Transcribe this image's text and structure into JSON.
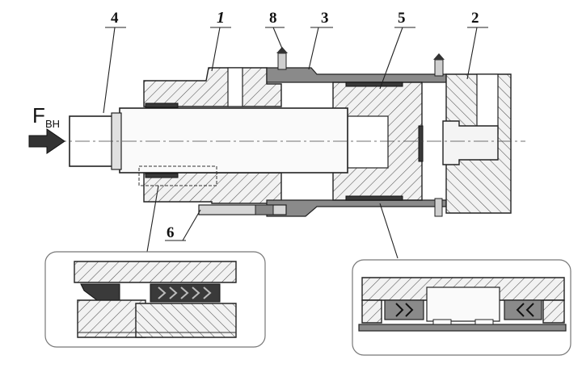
{
  "labels": {
    "part_1": "1",
    "part_2": "2",
    "part_3": "3",
    "part_4": "4",
    "part_5": "5",
    "part_6": "6",
    "part_8": "8"
  },
  "force": {
    "symbol": "F",
    "subscript": "ВН"
  }
}
